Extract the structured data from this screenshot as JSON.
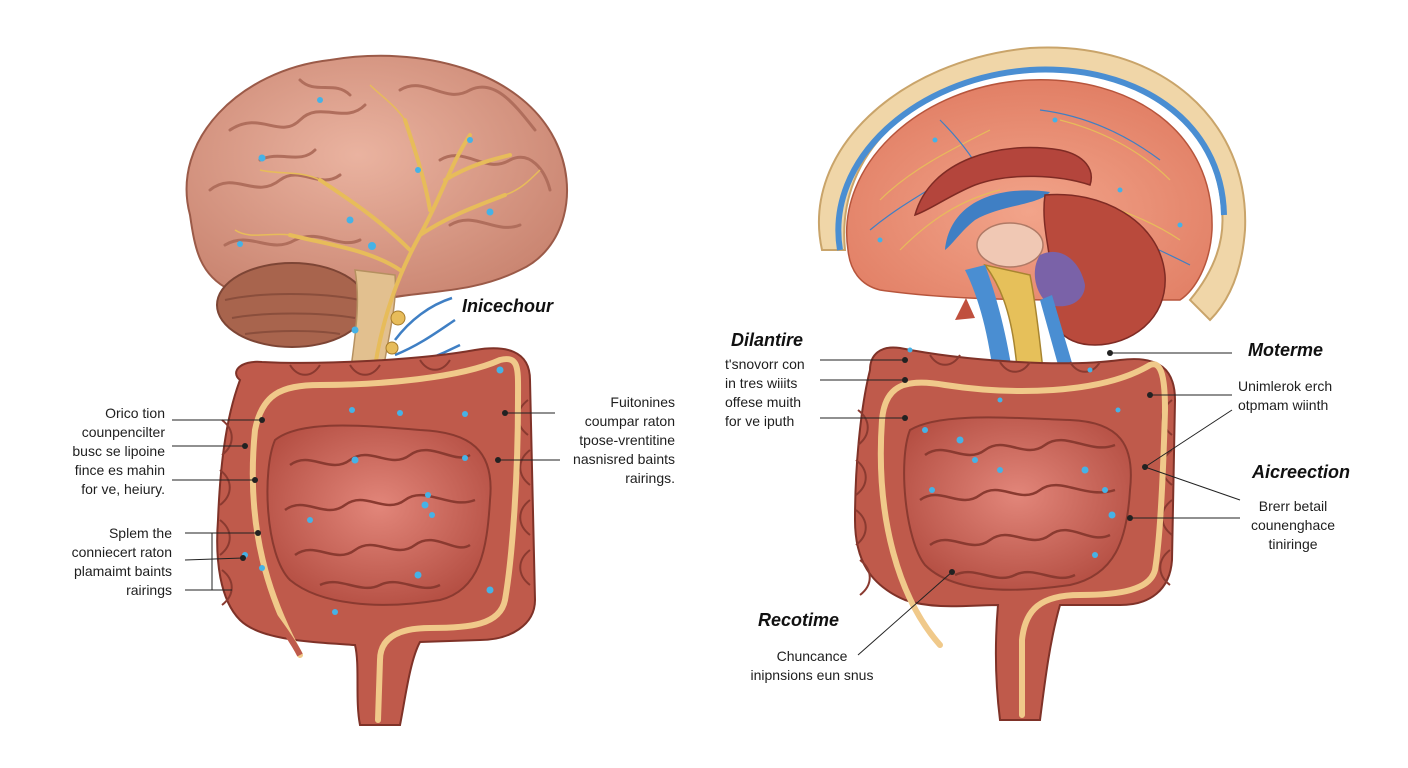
{
  "left_panel": {
    "title": "Inicechour",
    "label_left_top": [
      "Orico tion",
      "counpencilter",
      "busc se lipoine",
      "fince es mahin",
      "for ve, heiury."
    ],
    "label_left_bottom": [
      "Splem the",
      "conniecert raton",
      "plamaimt baints",
      "rairings"
    ],
    "label_right": [
      "Fuitonines",
      "coumpar raton",
      "tpose-vrentitine",
      "nasnisred baints",
      "rairings."
    ]
  },
  "right_panel": {
    "title_top_left": "Dilantire",
    "label_top_left": [
      "t'snovorr con",
      "in tres wiiits",
      "offese muith",
      "for ve iputh"
    ],
    "title_top_right": "Moterme",
    "label_top_right": [
      "Unimlerok erch",
      "otpmam wiinth"
    ],
    "title_mid_right": "Aicreection",
    "label_mid_right": [
      "Brerr betail",
      "counenghace",
      "tiniringe"
    ],
    "title_bottom": "Recotime",
    "label_bottom": [
      "Chuncance",
      "inipnsions eun snus"
    ]
  },
  "colors": {
    "brain_tissue": "#d99a86",
    "cerebellum": "#a8644d",
    "intestine": "#bf5a4b",
    "nerve_yellow": "#e7bc5a",
    "nerve_blue": "#3f7fc4",
    "dot_blue": "#46b2e6",
    "skull_band_blue": "#4a8ed2",
    "skull_band_cream": "#f0d6a8"
  }
}
